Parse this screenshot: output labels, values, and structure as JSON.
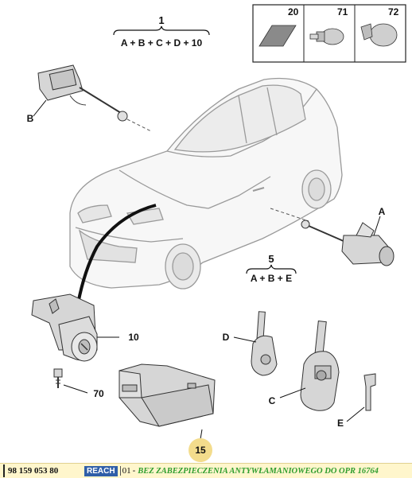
{
  "diagram": {
    "kit_1": {
      "number": "1",
      "formula": "A + B + C + D + 10"
    },
    "kit_5": {
      "number": "5",
      "formula": "A + B + E"
    },
    "legend": [
      "20",
      "71",
      "72"
    ],
    "labels": {
      "A": "A",
      "B": "B",
      "C": "C",
      "D": "D",
      "E": "E",
      "p10": "10",
      "p15": "15",
      "p70": "70"
    }
  },
  "footer": {
    "part_number": "98 159 053 80",
    "badge": "REACH",
    "quantity": "01",
    "separator": "-",
    "description": "BEZ ZABEZPIECZENIA ANTYWŁAMANIOWEGO DO OPR 16764"
  },
  "colors": {
    "part_fill": "#d6d6d6",
    "outline": "#333333",
    "highlight": "#f3dc8c",
    "footer_bg": "#fff6cc",
    "desc_text": "#2e9d2e",
    "badge_bg": "#2f5fa8"
  }
}
